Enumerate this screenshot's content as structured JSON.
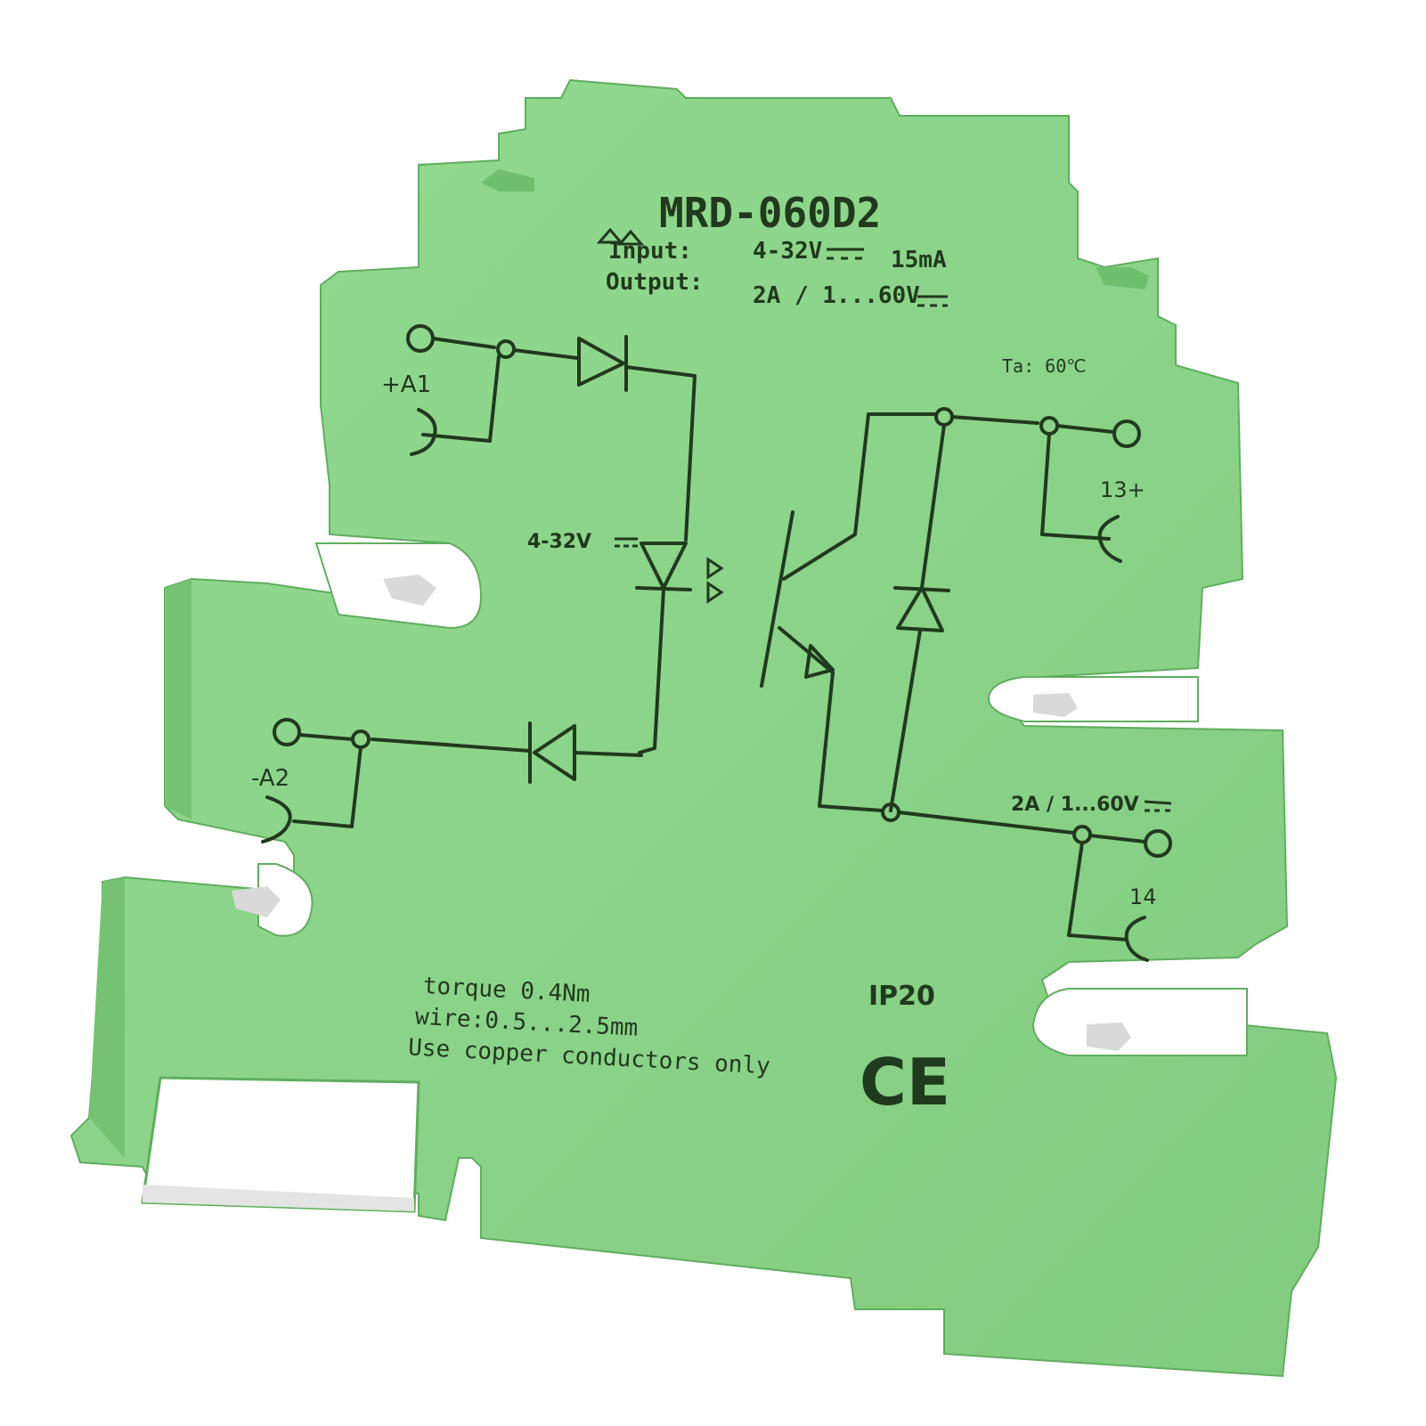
{
  "device": {
    "model": "MRD-060D2",
    "input_label": "Input:",
    "input_value": "4-32V",
    "input_current": "15mA",
    "output_label": "Output:",
    "output_value": "2A / 1...60V",
    "ambient_temp": "Ta: 60℃"
  },
  "terminals": {
    "a1": "+A1",
    "a2": "-A2",
    "t13": "13+",
    "t14": "14"
  },
  "schematic": {
    "input_led_rating": "4-32V",
    "output_rating": "2A / 1...60V"
  },
  "notes": {
    "torque": "torque 0.4Nm",
    "wire": "wire:0.5...2.5mm",
    "copper": "Use copper conductors only",
    "ip_rating": "IP20",
    "ce_mark": "CE"
  },
  "colors": {
    "housing": "#8bd489",
    "housing_shade": "#6fbf6e",
    "print": "#1f3a1c"
  }
}
